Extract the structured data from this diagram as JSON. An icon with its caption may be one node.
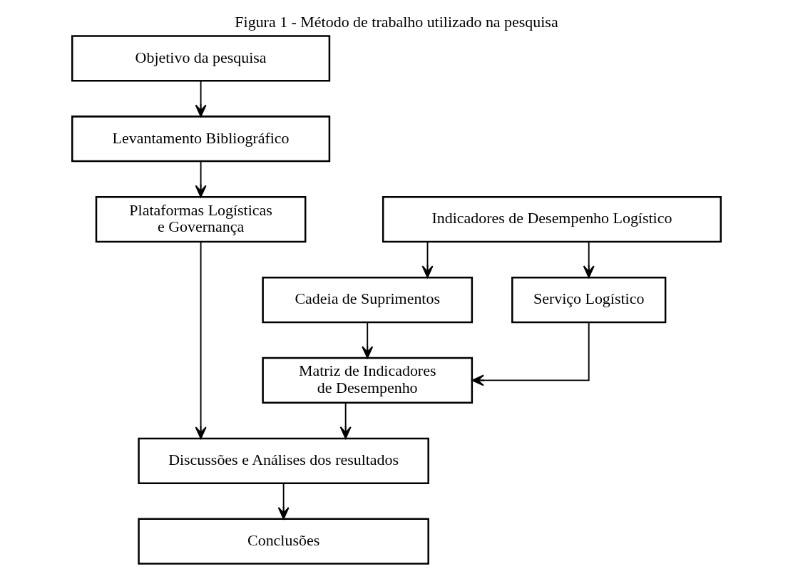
{
  "diagram": {
    "title": "Figura 1 - Método de trabalho utilizado na pesquisa",
    "nodes": [
      {
        "text": [
          "Objetivo da pesquisa"
        ]
      },
      {
        "text": [
          "Levantamento Bibliográfico"
        ]
      },
      {
        "text": [
          "Plataformas Logísticas e Governança"
        ]
      },
      {
        "text": [
          "Indicadores de Desempenho Logístico"
        ]
      },
      {
        "text": [
          "Cadeia de Suprimentos"
        ]
      },
      {
        "text": [
          "Serviço Logístico"
        ]
      },
      {
        "text": [
          "Matriz de Indicadores de Desempenho"
        ]
      },
      {
        "text": [
          "Discussões e Análises dos resultados"
        ]
      },
      {
        "text": [
          "Conclusões"
        ]
      }
    ],
    "edges": [
      {
        "from": 0,
        "to": 1,
        "arrow": "to"
      },
      {
        "from": 1,
        "to": 2,
        "arrow": "to"
      },
      {
        "from": 3,
        "to": 4,
        "arrow": "to"
      },
      {
        "from": 3,
        "to": 5,
        "arrow": "to"
      },
      {
        "from": 4,
        "to": 6,
        "arrow": "to"
      },
      {
        "from": 5,
        "to": 6,
        "arrow": "to"
      },
      {
        "from": 2,
        "to": 7,
        "arrow": "to"
      },
      {
        "from": 6,
        "to": 7,
        "arrow": "to"
      },
      {
        "from": 7,
        "to": 8,
        "arrow": "to"
      }
    ]
  }
}
